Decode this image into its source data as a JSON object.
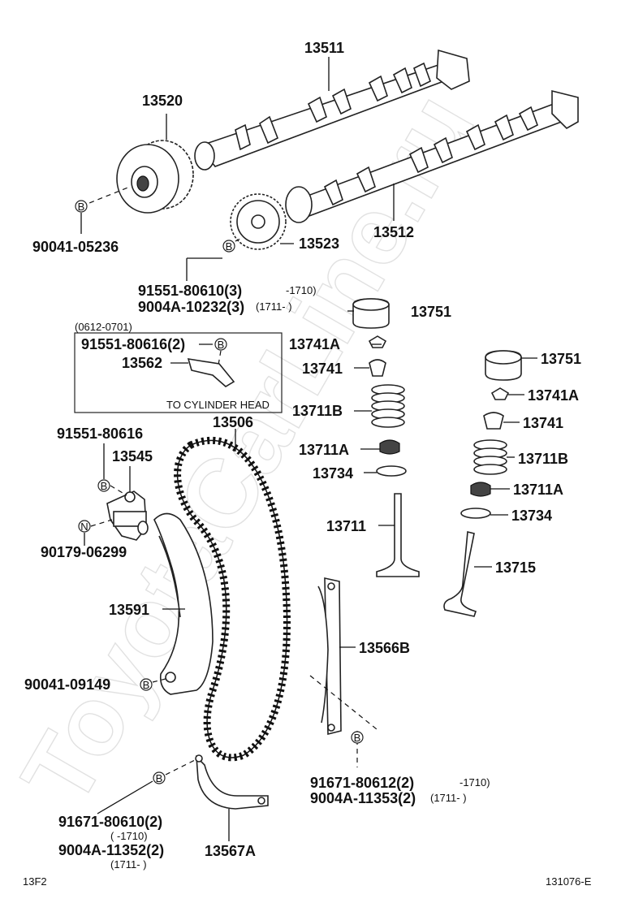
{
  "watermark": "ToyotaCarLine.ru",
  "labels": {
    "p13511": "13511",
    "p13520": "13520",
    "p13512": "13512",
    "p13523": "13523",
    "p90041_05236": "90041-05236",
    "p91551_80610": "91551-80610(3)",
    "p91551_80610_range": "-1710)",
    "p9004A_10232": "9004A-10232(3)",
    "p9004A_10232_range": "(1711-       )",
    "p13751_left": "13751",
    "p13741A_left": "13741A",
    "p13741_left": "13741",
    "p13711B_left": "13711B",
    "p13711A_left": "13711A",
    "p13734_left": "13734",
    "p13711": "13711",
    "p13751_right": "13751",
    "p13741A_right": "13741A",
    "p13741_right": "13741",
    "p13711B_right": "13711B",
    "p13711A_right": "13711A",
    "p13734_right": "13734",
    "p13715": "13715",
    "box_date": "(0612-0701)",
    "box_bolt": "91551-80616(2)",
    "box_part": "13562",
    "box_note": "TO CYLINDER HEAD",
    "p13506": "13506",
    "p91551_80616": "91551-80616",
    "p13545": "13545",
    "p90179_06299": "90179-06299",
    "p13591": "13591",
    "p90041_09149": "90041-09149",
    "p13566B": "13566B",
    "p91671_80612": "91671-80612(2)",
    "p91671_80612_range": "-1710)",
    "p9004A_11353": "9004A-11353(2)",
    "p9004A_11353_range": "(1711-       )",
    "p91671_80610": "91671-80610(2)",
    "p91671_80610_range": "(         -1710)",
    "p9004A_11352": "9004A-11352(2)",
    "p9004A_11352_range": "(1711-       )",
    "p13567A": "13567A",
    "footer_left": "13F2",
    "footer_right": "131076-E"
  },
  "bolt_marker": "B",
  "nut_marker": "N"
}
